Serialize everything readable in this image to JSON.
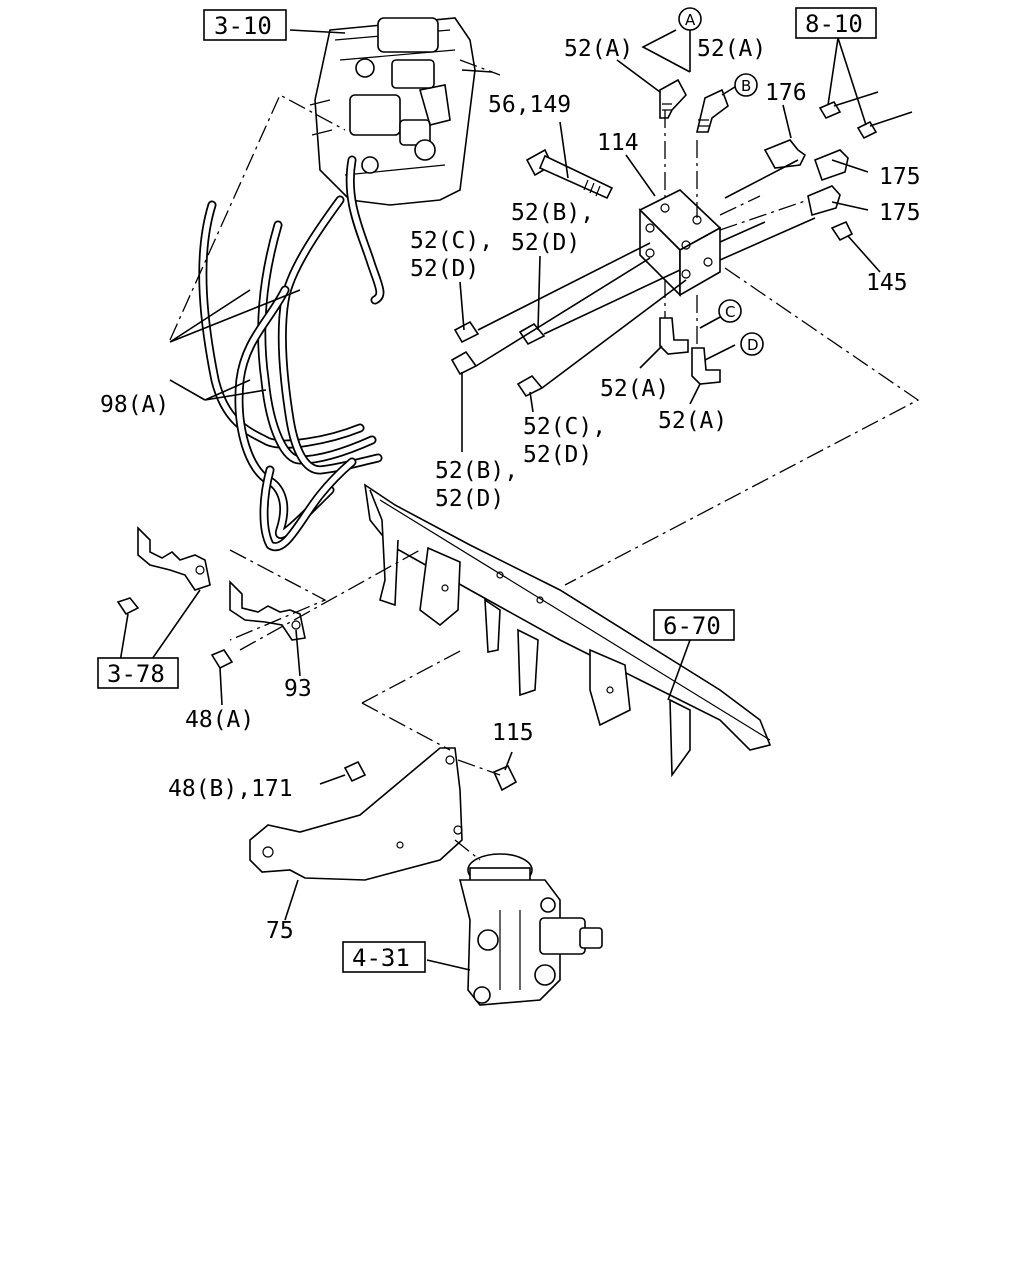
{
  "references": {
    "r_3_10": "3-10",
    "r_8_10": "8-10",
    "r_6_70": "6-70",
    "r_3_78": "3-78",
    "r_4_31": "4-31"
  },
  "labels": {
    "l_52a_1": "52(A)",
    "l_52a_2": "52(A)",
    "l_56_149": "56,149",
    "l_176": "176",
    "l_114": "114",
    "l_175_1": "175",
    "l_175_2": "175",
    "l_145": "145",
    "l_52b_52d_top_1": "52(B),",
    "l_52b_52d_top_2": "52(D)",
    "l_52c_52d_left_1": "52(C),",
    "l_52c_52d_left_2": "52(D)",
    "l_98a": "98(A)",
    "l_52a_3": "52(A)",
    "l_52a_4": "52(A)",
    "l_52c_52d_mid_1": "52(C),",
    "l_52c_52d_mid_2": "52(D)",
    "l_52b_52d_bot_1": "52(B),",
    "l_52b_52d_bot_2": "52(D)",
    "l_93": "93",
    "l_48a": "48(A)",
    "l_115": "115",
    "l_48b_171": "48(B),171",
    "l_75": "75"
  },
  "circle_markers": {
    "a": "A",
    "b": "B",
    "c": "C",
    "d": "D"
  }
}
